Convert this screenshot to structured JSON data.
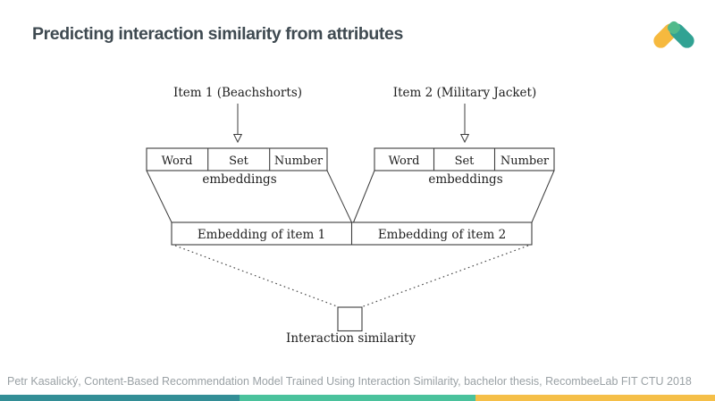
{
  "slide": {
    "title": "Predicting interaction similarity from attributes",
    "footer": "Petr Kasalický, Content-Based Recommendation Model Trained Using Interaction Similarity, bachelor thesis, RecombeeLab FIT CTU 2018"
  },
  "logo": {
    "yellow": "#f6b93e",
    "teal": "#31a293",
    "overlap": "#52ba8b"
  },
  "diagram": {
    "item1": {
      "label": "Item 1 (Beachshorts)",
      "cells": [
        "Word",
        "Set",
        "Number"
      ],
      "embeddings_label": "embeddings",
      "output_label": "Embedding of item 1"
    },
    "item2": {
      "label": "Item 2 (Military Jacket)",
      "cells": [
        "Word",
        "Set",
        "Number"
      ],
      "embeddings_label": "embeddings",
      "output_label": "Embedding of item 2"
    },
    "similarity_label": "Interaction similarity"
  },
  "bar": {
    "colors": [
      "#338e96",
      "#4ac29c",
      "#f5bf48"
    ]
  }
}
